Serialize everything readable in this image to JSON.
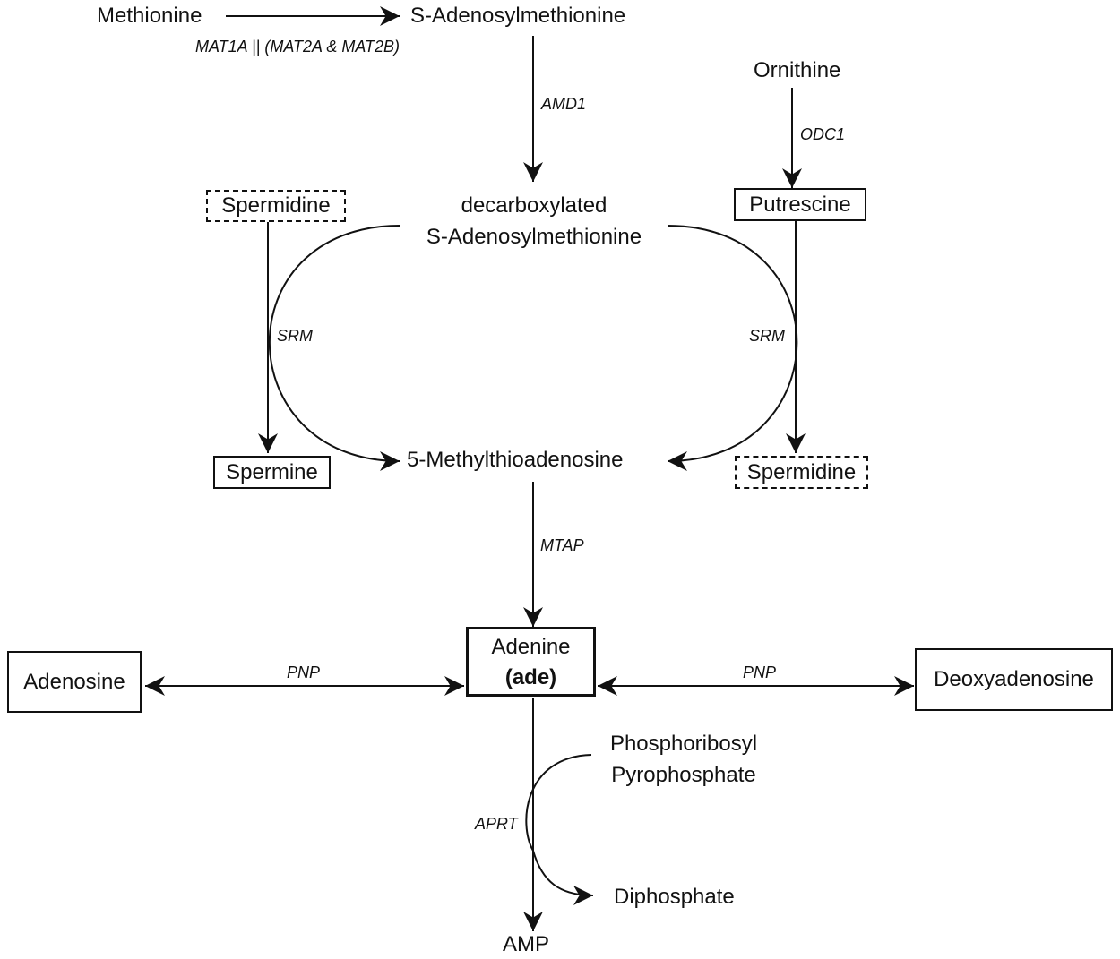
{
  "metabolites": {
    "methionine": "Methionine",
    "sam": "S-Adenosylmethionine",
    "ornithine": "Ornithine",
    "dcsam_line1": "decarboxylated",
    "dcsam_line2": "S-Adenosylmethionine",
    "spermidine_left": "Spermidine",
    "putrescine": "Putrescine",
    "spermine": "Spermine",
    "mta": "5-Methylthioadenosine",
    "spermidine_right": "Spermidine",
    "adenine_line1": "Adenine",
    "adenine_line2": "(ade)",
    "adenosine": "Adenosine",
    "deoxyadenosine": "Deoxyadenosine",
    "prpp_line1": "Phosphoribosyl",
    "prpp_line2": "Pyrophosphate",
    "diphosphate": "Diphosphate",
    "amp": "AMP"
  },
  "enzymes": {
    "mat": "MAT1A || (MAT2A & MAT2B)",
    "amd1": "AMD1",
    "odc1": "ODC1",
    "srm_left": "SRM",
    "srm_right": "SRM",
    "mtap": "MTAP",
    "pnp_left": "PNP",
    "pnp_right": "PNP",
    "aprt": "APRT"
  }
}
